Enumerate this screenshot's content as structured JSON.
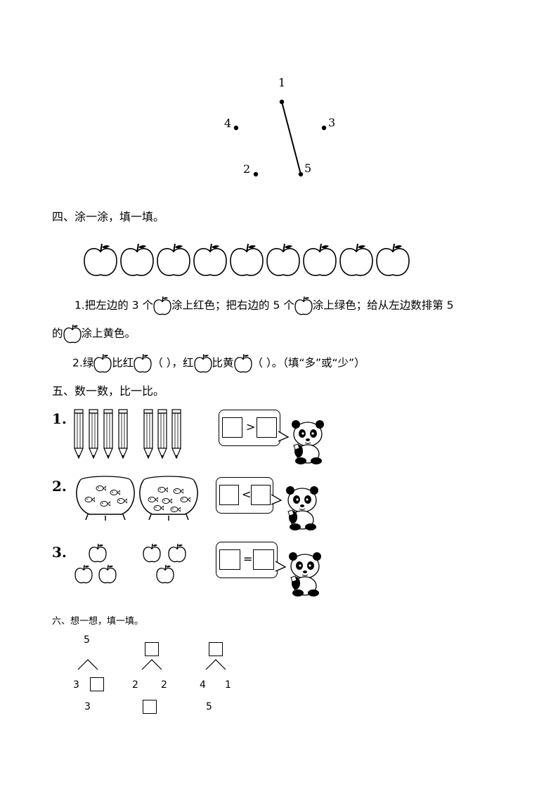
{
  "dots": {
    "labels": [
      "1",
      "4",
      "3",
      "2",
      "5"
    ]
  },
  "section4": {
    "title": "四、涂一涂，填一填。",
    "apples_count": 9,
    "q1_line1_a": "1.把左边的 3 个",
    "q1_line1_b": "涂上红色；把右边的 5 个",
    "q1_line1_c": "涂上绿色；给从左边数排第 5",
    "q1_line2_a": "的",
    "q1_line2_b": "涂上黄色。",
    "q2_a": "2.绿",
    "q2_b": "比红",
    "q2_c": "（      ），红",
    "q2_d": "比黄",
    "q2_e": "（      ）。（填“多”或“少”）"
  },
  "section5": {
    "title": "五、数一数，比一比。",
    "rows": [
      {
        "num": "1.",
        "symbol": ">"
      },
      {
        "num": "2.",
        "symbol": "<"
      },
      {
        "num": "3.",
        "symbol": "="
      }
    ]
  },
  "section6": {
    "title": "六、想一想，填一填。",
    "trees": [
      {
        "top": "5",
        "left": "3",
        "right": "",
        "bottom": "3"
      },
      {
        "top": "",
        "left": "2",
        "right": "2",
        "bottom": ""
      },
      {
        "top": "",
        "left": "4",
        "right": "1",
        "bottom": "5"
      }
    ]
  }
}
